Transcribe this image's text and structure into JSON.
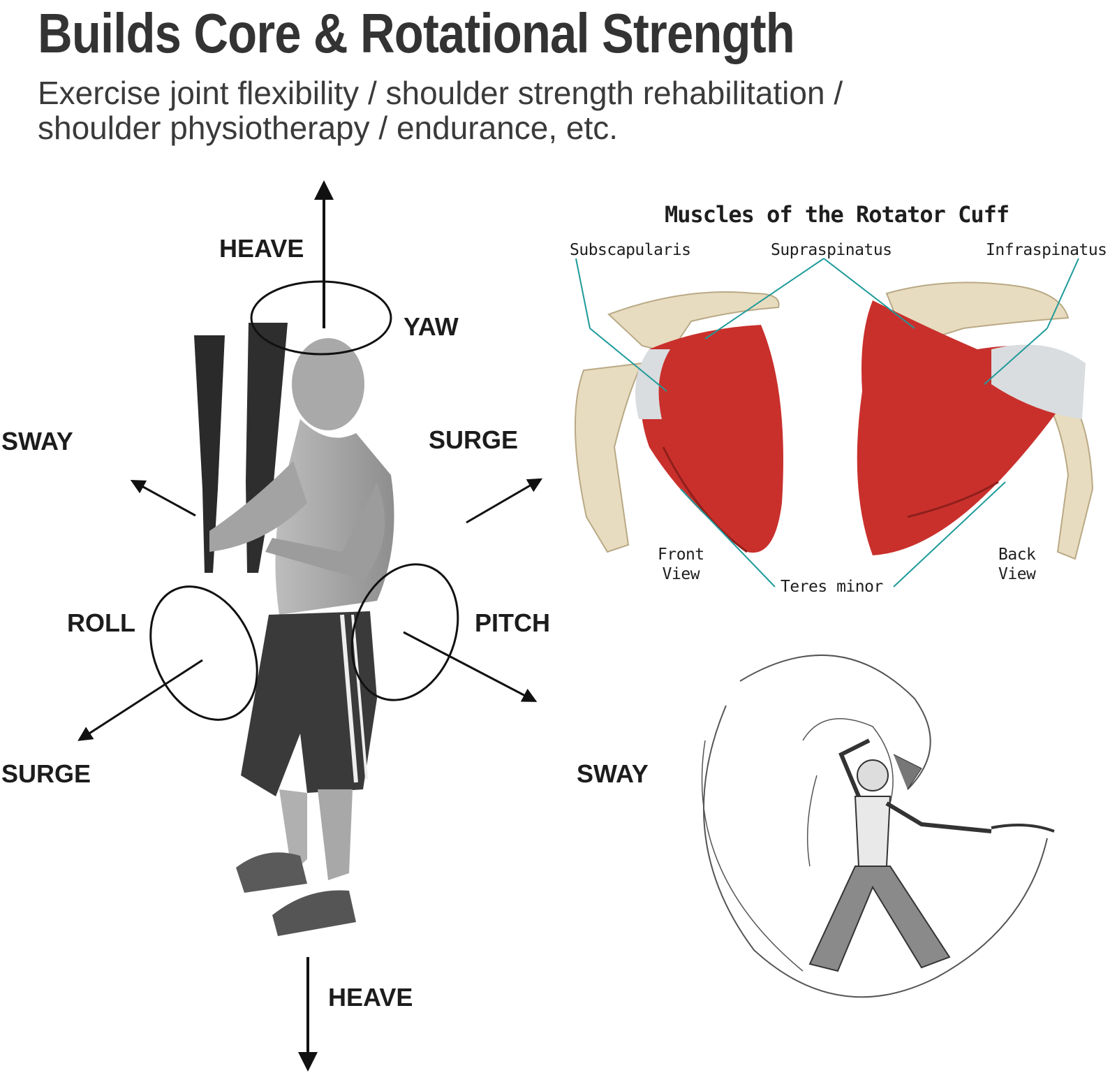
{
  "header": {
    "headline": "Builds Core & Rotational Strength",
    "subline_1": "Exercise joint flexibility / shoulder strength rehabilitation /",
    "subline_2": "shoulder physiotherapy / endurance, etc."
  },
  "motion_diagram": {
    "heave_top": "HEAVE",
    "yaw": "YAW",
    "sway_left": "SWAY",
    "surge_right": "SURGE",
    "roll": "ROLL",
    "pitch": "PITCH",
    "surge_bottom": "SURGE",
    "heave_bottom": "HEAVE",
    "sway_right": "SWAY"
  },
  "rotator_cuff": {
    "title": "Muscles of the Rotator Cuff",
    "subscapularis": "Subscapularis",
    "supraspinatus": "Supraspinatus",
    "infraspinatus": "Infraspinatus",
    "front_view_1": "Front",
    "front_view_2": "View",
    "back_view_1": "Back",
    "back_view_2": "View",
    "teres_minor": "Teres minor"
  },
  "colors": {
    "muscle": "#c9302c",
    "bone": "#e8dcc0",
    "tendon": "#d9dde0",
    "leader_line": "#1f9a9a"
  }
}
